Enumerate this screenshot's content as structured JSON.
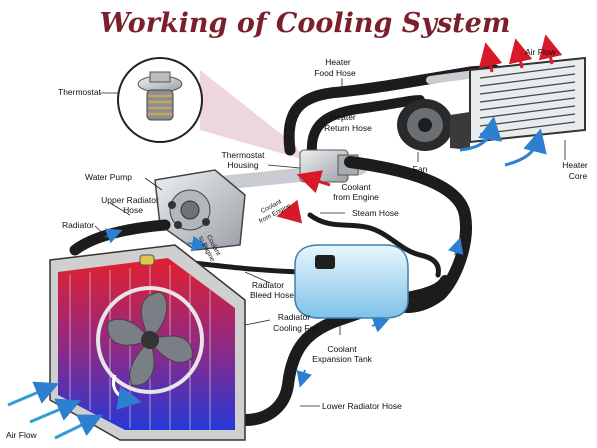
{
  "title": "Working of Cooling System",
  "labels": {
    "air_flow_top": "Air Flow",
    "heater_food_hose_1": "Heater",
    "heater_food_hose_2": "Food Hose",
    "thermostat": "Thermostat",
    "heater_return_hose_1": "Heater",
    "heater_return_hose_2": "Return Hose",
    "thermostat_housing_1": "Thermostat",
    "thermostat_housing_2": "Housing",
    "fan": "Fan",
    "heater_core_1": "Heater",
    "heater_core_2": "Core",
    "water_pump": "Water Pump",
    "coolant_from_engine_1": "Coolant",
    "coolant_from_engine_2": "from Engine",
    "upper_radiator_hose_1": "Upper Radiator",
    "upper_radiator_hose_2": "Hose",
    "coolant_from_engine_small_1": "Coolant",
    "coolant_from_engine_small_2": "from Engine",
    "steam_hose": "Steam Hose",
    "radiator": "Radiator",
    "coolant_to_engine_1": "Coolant",
    "coolant_to_engine_2": "to Engine",
    "radiator_bleed_hose_1": "Radiator",
    "radiator_bleed_hose_2": "Bleed Hose",
    "radiator_cooling_fan_1": "Radiator",
    "radiator_cooling_fan_2": "Cooling Fan",
    "coolant_expansion_tank_1": "Coolant",
    "coolant_expansion_tank_2": "Expansion Tank",
    "lower_radiator_hose": "Lower Radiator Hose",
    "air_flow_bottom": "Air Flow"
  },
  "colors": {
    "title": "#7a1f2b",
    "hose": "#1c1c1c",
    "hot": "#d7192a",
    "cold": "#2f7fd0",
    "tank": "#9fd0ee",
    "radiator_frame": "#bfbfbf",
    "metal": "#c9ccd0"
  }
}
